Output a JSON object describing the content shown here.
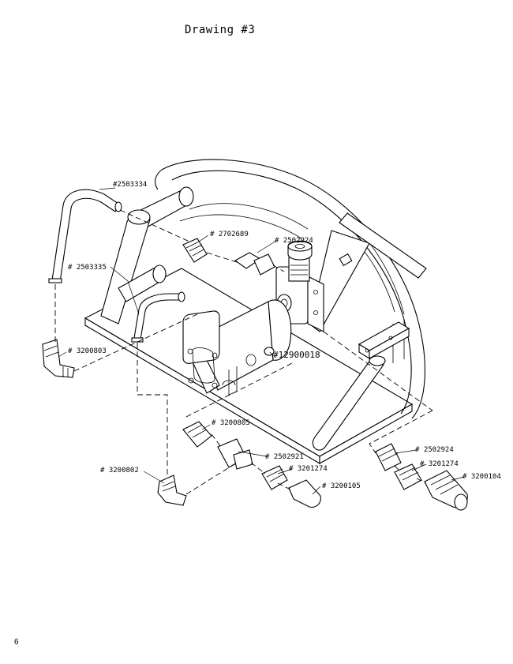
{
  "title": "Drawing #3",
  "page_number": "6",
  "callouts": {
    "c2503334": "#2503334",
    "c2702689": "# 2702689",
    "c2502924a": "# 2502924",
    "c2503335": "# 2503335",
    "c3200803": "# 3200803",
    "c2900018": "#12900018",
    "c3200805": "# 3200805",
    "c2502921": "# 2502921",
    "c3201274a": "# 3201274",
    "c3200802": "# 3200802",
    "c3200105": "# 3200105",
    "c2502924b": "# 2502924",
    "c3201274b": "# 3201274",
    "c3200104": "# 3200104"
  }
}
